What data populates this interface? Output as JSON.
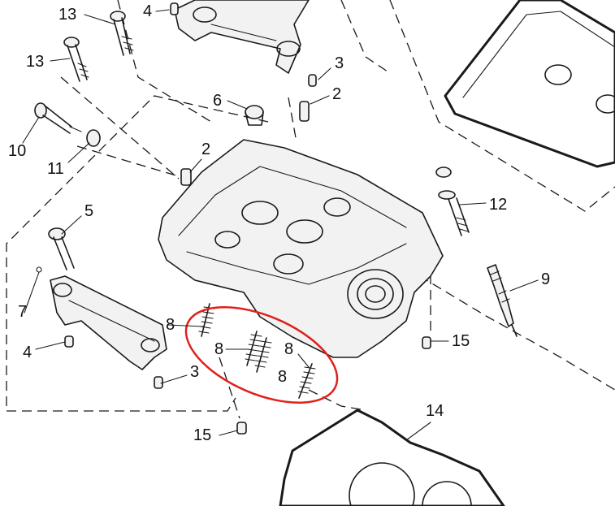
{
  "labels": {
    "l13a": "13",
    "l4a": "4",
    "l13b": "13",
    "l3a": "3",
    "l6": "6",
    "l2a": "2",
    "l10": "10",
    "l2b": "2",
    "l11": "11",
    "l12": "12",
    "l5": "5",
    "l9": "9",
    "l7": "7",
    "l8a": "8",
    "l4b": "4",
    "l8b": "8",
    "l8c": "8",
    "l8d": "8",
    "l3b": "3",
    "l15a": "15",
    "l15b": "15",
    "l14": "14"
  },
  "highlight_color": "#e0201c"
}
